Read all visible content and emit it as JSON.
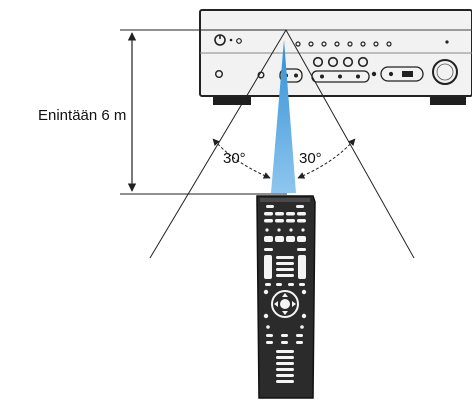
{
  "labels": {
    "max_distance": "Enintään 6 m",
    "angle_left": "30°",
    "angle_right": "30°"
  },
  "colors": {
    "beam_top": "#2f8fd6",
    "beam_bottom": "#8fc6ee",
    "outline": "#222222",
    "remote_body": "#2b2b2b",
    "receiver_panel": "#f2f2f2"
  }
}
